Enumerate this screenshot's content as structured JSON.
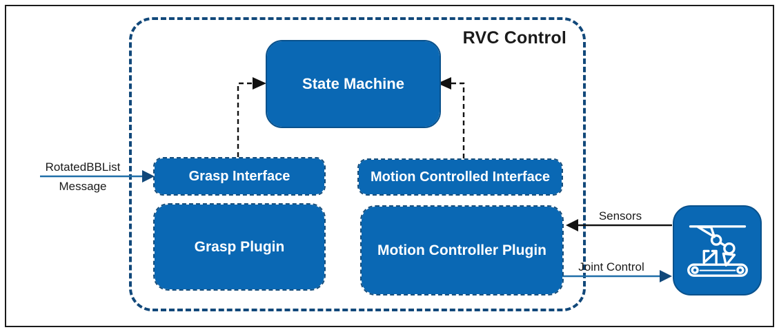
{
  "diagram": {
    "group_title": "RVC Control",
    "nodes": {
      "state_machine": "State Machine",
      "grasp_interface": "Grasp Interface",
      "motion_controlled_interface": "Motion Controlled Interface",
      "grasp_plugin": "Grasp Plugin",
      "motion_controller_plugin": "Motion Controller Plugin"
    },
    "labels": {
      "input_top": "RotatedBBList",
      "input_bottom": "Message",
      "sensors": "Sensors",
      "joint_control": "Joint Control"
    },
    "icons": {
      "robot": "robot-arm-conveyor-icon"
    }
  },
  "colors": {
    "blue": "#0a68b4",
    "navy": "#11487a",
    "wire-blue": "#1f6ea8",
    "ink": "#1a1a1a",
    "white": "#ffffff"
  }
}
